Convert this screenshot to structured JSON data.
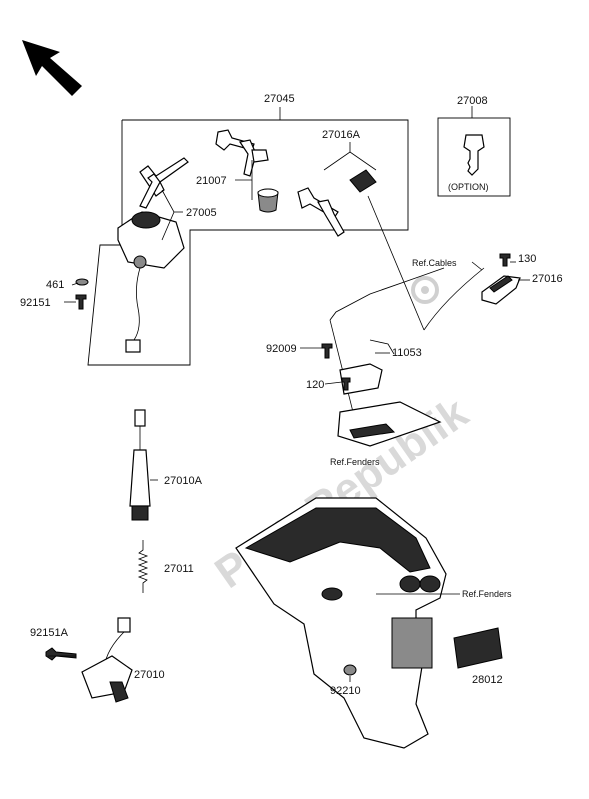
{
  "watermark": "PartsRepublik",
  "labels": {
    "p27045": "27045",
    "p27008": "27008",
    "p27016a": "27016A",
    "p21007": "21007",
    "p27005": "27005",
    "p461": "461",
    "p92151": "92151",
    "option": "(OPTION)",
    "ref_cables": "Ref.Cables",
    "p130": "130",
    "p27016": "27016",
    "p92009": "92009",
    "p11053": "11053",
    "p120": "120",
    "ref_fenders_1": "Ref.Fenders",
    "p27010a": "27010A",
    "p27011": "27011",
    "p92151a": "92151A",
    "p27010": "27010",
    "ref_fenders_2": "Ref.Fenders",
    "p28012": "28012",
    "p92210": "92210"
  },
  "icons": [
    "direction-arrow-icon",
    "key-icon",
    "gear-icon"
  ]
}
